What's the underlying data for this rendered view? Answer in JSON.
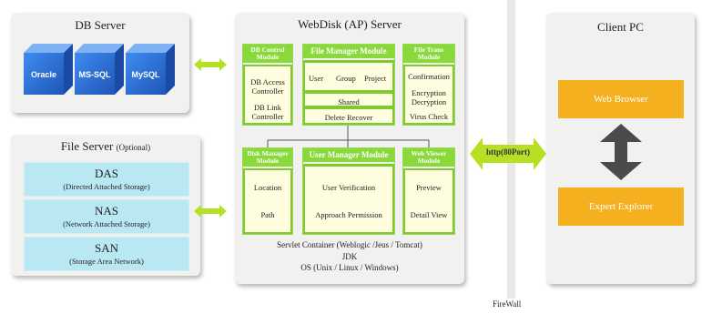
{
  "db_server": {
    "title": "DB Server",
    "cubes": [
      "Oracle",
      "MS-SQL",
      "MySQL"
    ]
  },
  "file_server": {
    "title": "File Server",
    "title_note": "(Optional)",
    "storages": [
      {
        "name": "DAS",
        "desc": "(Directed Attached Storage)"
      },
      {
        "name": "NAS",
        "desc": "(Network Attached Storage)"
      },
      {
        "name": "SAN",
        "desc": "(Storage Area Network)"
      }
    ]
  },
  "ap_server": {
    "title": "WebDisk (AP) Server",
    "modules": {
      "db_control": {
        "header": [
          "DB Control",
          "Module"
        ],
        "items": [
          [
            "DB Access",
            "Controller"
          ],
          [
            "DB Link",
            "Controller"
          ]
        ]
      },
      "file_manager": {
        "header": [
          "File Manager Module"
        ],
        "items": [
          "User",
          "Group",
          "Project",
          "Shared",
          "Delete Recover"
        ]
      },
      "file_trans": {
        "header": [
          "File Trans",
          "Module"
        ],
        "items": [
          [
            "Confirmation"
          ],
          [
            "Encryption",
            "Decryption"
          ],
          [
            "Virus Check"
          ]
        ]
      },
      "disk_manager": {
        "header": [
          "Disk Manager",
          "Module"
        ],
        "items": [
          "Location",
          "Path"
        ]
      },
      "user_manager": {
        "header": [
          "User Manager Module"
        ],
        "items": [
          "User Verification",
          "Approach Permission"
        ]
      },
      "web_viewer": {
        "header": [
          "Web Viewer",
          "Module"
        ],
        "items": [
          "Preview",
          "Detail View"
        ]
      }
    },
    "footer": [
      "Servlet Container (Weblogic /Jeus / Tomcat)",
      "JDK",
      "OS (Unix / Linux / Windows)"
    ]
  },
  "connector_label": "http(80Port)",
  "firewall_label": "FireWall",
  "client": {
    "title": "Client PC",
    "boxes": [
      "Web Browser",
      "Expert Explorer"
    ]
  },
  "colors": {
    "module_green": "#7ecb2e",
    "module_body": "#fffde0",
    "storage_blue": "#b9e8f3",
    "client_orange": "#f5b01f",
    "arrow_green": "#b7e025",
    "cube_blue": "#2a6fd8"
  }
}
